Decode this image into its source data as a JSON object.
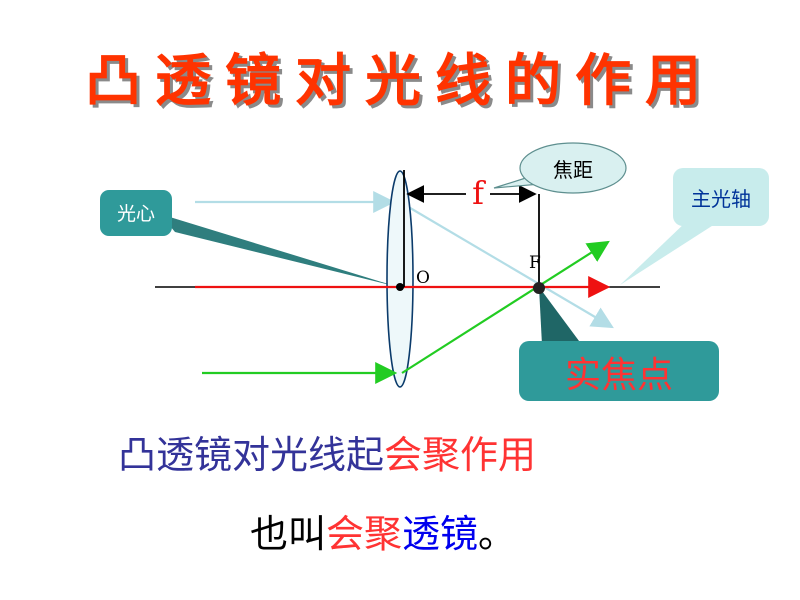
{
  "title": "凸透镜对光线的作用",
  "diagram": {
    "optical_center_label": "光心",
    "principal_axis_label": "主光轴",
    "focal_length_label": "焦距",
    "focal_length_symbol": "f",
    "center_letter": "O",
    "focus_letter": "F",
    "real_focus_label": "实焦点"
  },
  "colors": {
    "title": "#ff3300",
    "callout_fill": "#2f9a9a",
    "callout_light": "#c8ecec",
    "parallel_ray": "#ee1111",
    "oblique_ray": "#22cc22",
    "light_ray": "#b3dde6",
    "body_text": "#333399",
    "highlight_text": "#ff3333",
    "accent_blue": "#0000ee"
  },
  "text": {
    "line1_a": "凸透镜对光线起",
    "line1_b": "会聚作用",
    "line2_a": "也叫",
    "line2_b": "会聚",
    "line2_c": "透镜",
    "line2_d": "。"
  }
}
